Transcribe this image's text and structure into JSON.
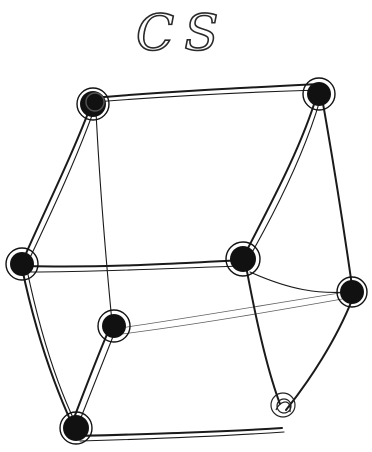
{
  "diagram": {
    "title": "CS",
    "atom_shading": [
      "dark",
      "dark",
      "dark",
      "dark",
      "dark",
      "dark",
      "dark",
      "light"
    ]
  }
}
